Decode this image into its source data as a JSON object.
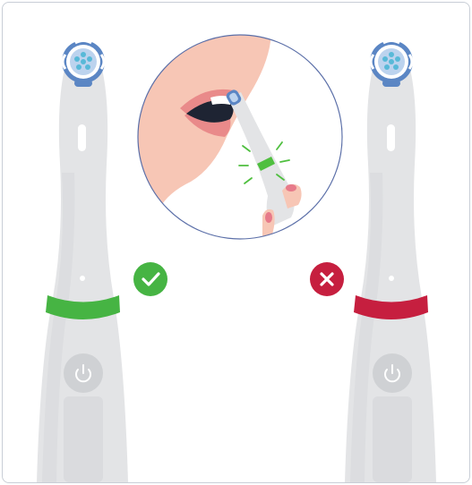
{
  "colors": {
    "handle": "#e3e4e6",
    "handle_shade": "#cfd1d4",
    "button_disc": "#cfd1d4",
    "power_icon": "#ffffff",
    "brush_blue": "#5b86c4",
    "brush_light_blue": "#bcd3ee",
    "brush_teal": "#58b9d8",
    "correct_ring": "#46b443",
    "wrong_ring": "#c61f3f",
    "check_badge": "#46b443",
    "cross_badge": "#c61f3f",
    "lens_border": "#5b6fa8",
    "skin": "#f7c6b5",
    "lips": "#e98a8a",
    "mouth_dark": "#1e2433",
    "finger_nail": "#e77a8a",
    "green_indicator": "#4fbf3f"
  },
  "left_brush": {
    "name": "correct-position-brush",
    "status": "correct",
    "icon": "check-icon",
    "ring_color": "#46b443"
  },
  "right_brush": {
    "name": "incorrect-position-brush",
    "status": "incorrect",
    "icon": "cross-icon",
    "ring_color": "#c61f3f"
  },
  "illustration": {
    "subject": "toothbrush-in-mouth-zoom",
    "indicator": "green-light-icon"
  }
}
